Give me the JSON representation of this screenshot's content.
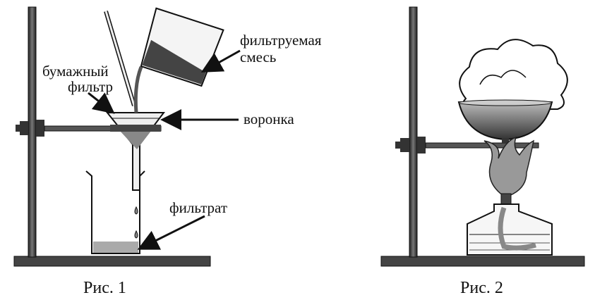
{
  "figure1": {
    "caption": "Рис. 1",
    "labels": {
      "mixture_line1": "фильтруемая",
      "mixture_line2": "смесь",
      "filter_line1": "бумажный",
      "filter_line2": "фильтр",
      "funnel": "воронка",
      "filtrate": "фильтрат"
    }
  },
  "figure2": {
    "caption": "Рис. 2"
  }
}
